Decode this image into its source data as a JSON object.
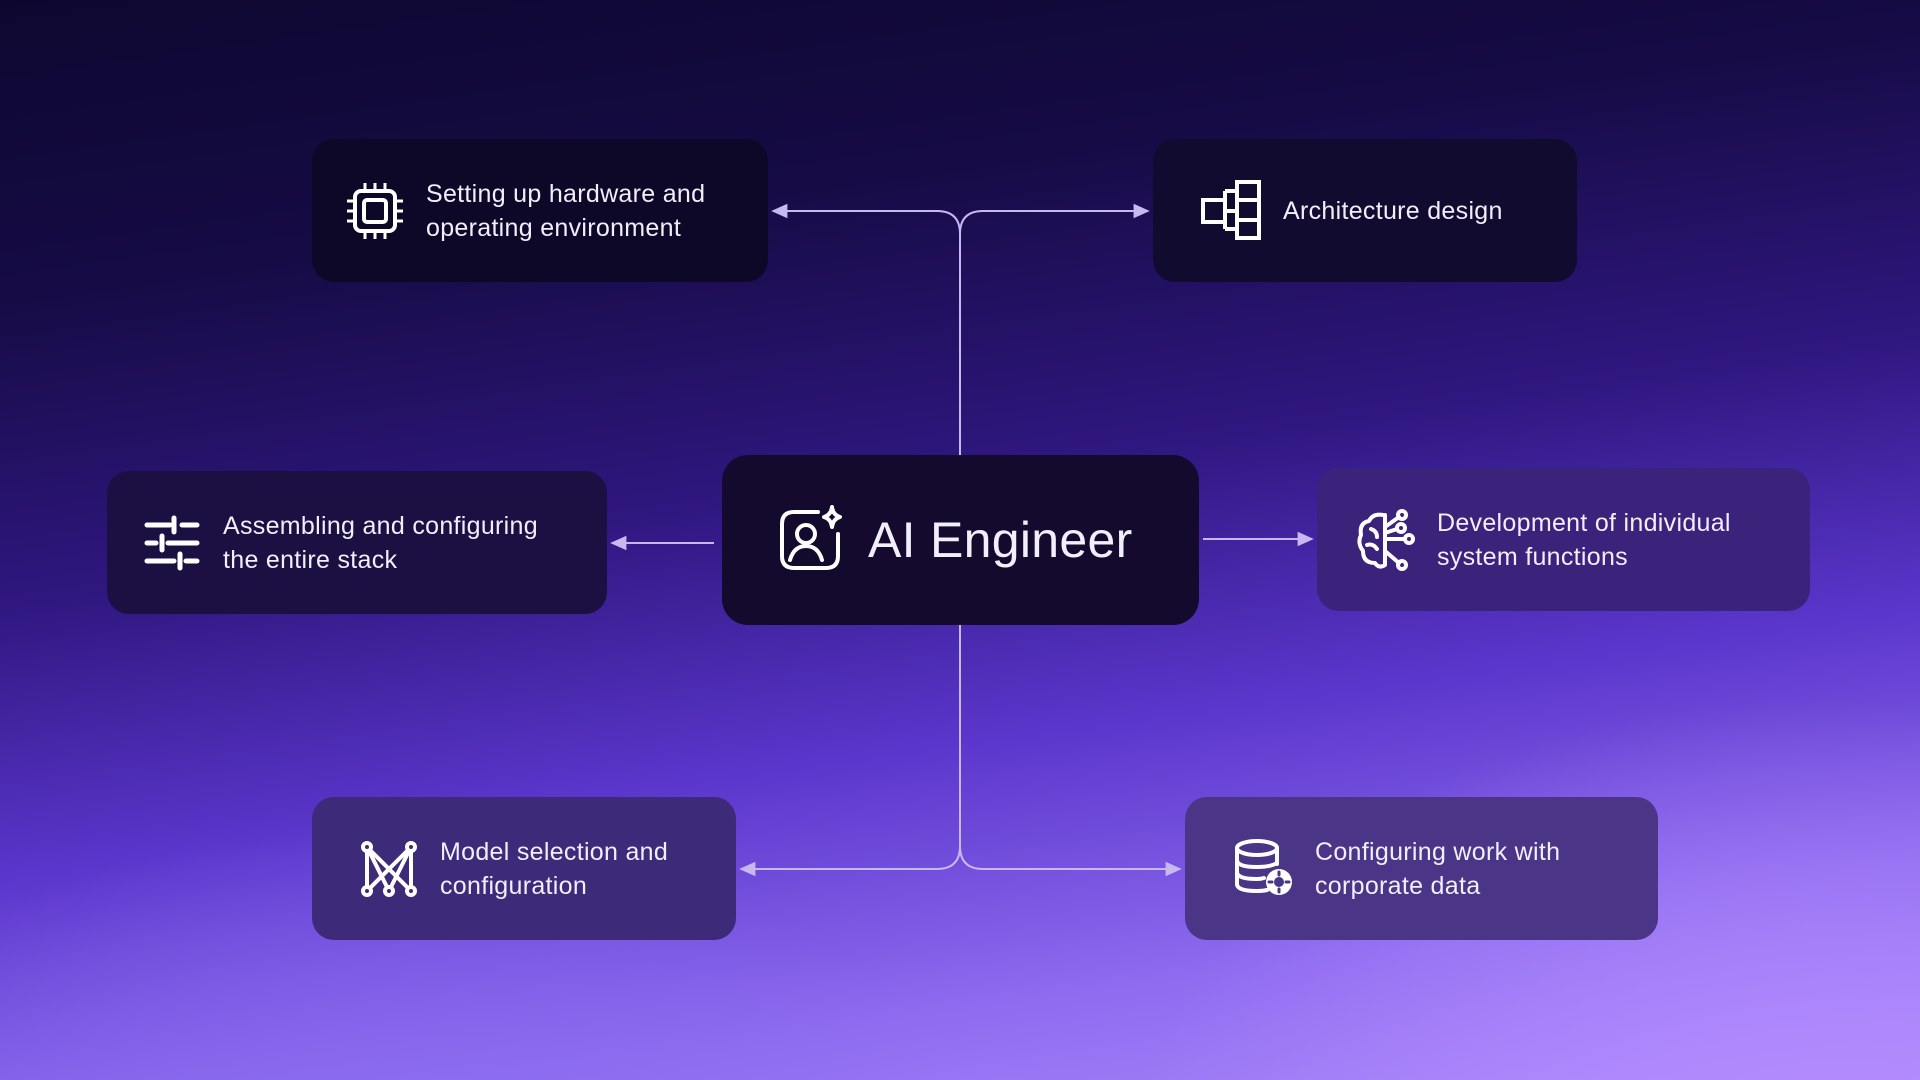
{
  "center": {
    "title": "AI Engineer",
    "icon": "user-sparkle-icon"
  },
  "nodes": {
    "hardware": {
      "label": "Setting up hardware and operating environment",
      "icon": "cpu-chip-icon"
    },
    "architecture": {
      "label": "Architecture design",
      "icon": "architecture-blocks-icon"
    },
    "stack": {
      "label": "Assembling and configuring the entire stack",
      "icon": "sliders-icon"
    },
    "development": {
      "label": "Development of individual system functions",
      "icon": "brain-circuit-icon"
    },
    "model": {
      "label": "Model selection and configuration",
      "icon": "model-network-icon"
    },
    "data": {
      "label": "Configuring work with corporate data",
      "icon": "database-gear-icon"
    }
  },
  "colors": {
    "background_top": "#0d0730",
    "background_bottom": "#a887fa",
    "card_dark": "#0e0828",
    "card_light": "#4a3586",
    "connector": "#c8b8f0",
    "text": "#f2eefc"
  }
}
